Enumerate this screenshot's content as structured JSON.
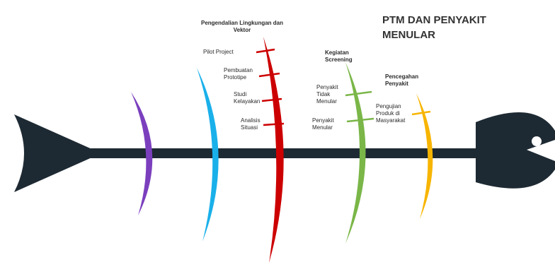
{
  "title": "PTM DAN PENYAKIT\nMENULAR",
  "branches": [
    {
      "heading": "Pengendalian Lingkungan dan\nVektor",
      "color": "#cc0000",
      "items": [
        "Pilot Project",
        "Pembuatan\nPrototipe",
        "Studi\nKelayakan",
        "Analisis\nSituasi"
      ]
    },
    {
      "heading": "Kegiatan\nScreening",
      "color": "#7ab648",
      "items": [
        "Penyakit\nTidak\nMenular",
        "Penyakit\nMenular"
      ]
    },
    {
      "heading": "Pencegahan\nPenyakit",
      "color": "#f7b500",
      "items": [
        "Pengujian\nProduk di\nMasyarakat"
      ]
    }
  ],
  "colors": {
    "spine": "#1e2a33",
    "fish": "#1e2a33",
    "rib_purple": "#7b3fbe",
    "rib_blue": "#1ab0ea",
    "rib_red": "#cc0000",
    "rib_green": "#7ab648",
    "rib_yellow": "#f7b500",
    "eye": "#ffffff"
  }
}
